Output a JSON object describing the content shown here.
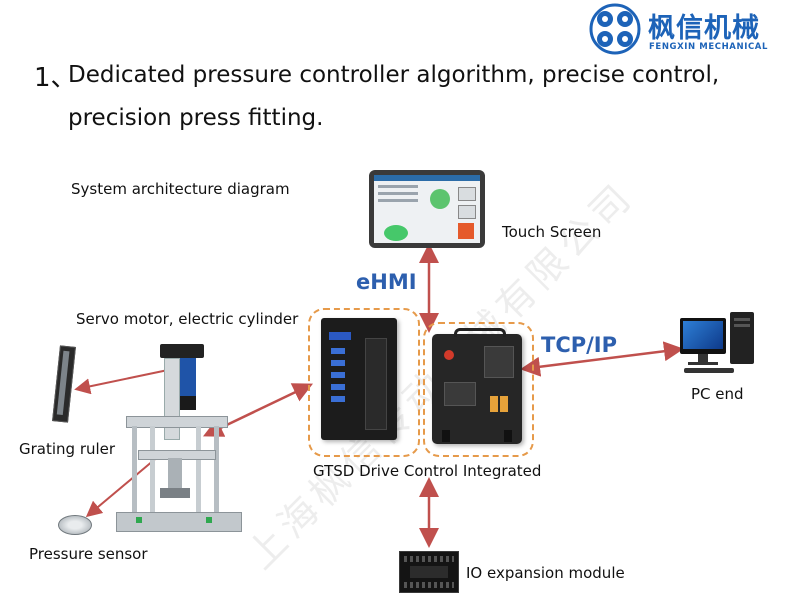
{
  "logo": {
    "cn": "枫信机械",
    "en": "FENGXIN MECHANICAL"
  },
  "heading": {
    "number": "1、",
    "line1": "Dedicated pressure controller algorithm, precise control,",
    "line2": "precision press fitting."
  },
  "diagram": {
    "title": "System architecture diagram",
    "touch_screen": "Touch Screen",
    "ehmi": "eHMI",
    "tcpip": "TCP/IP",
    "pc_end": "PC end",
    "servo": "Servo motor, electric cylinder",
    "grating": "Grating ruler",
    "pressure_sensor": "Pressure sensor",
    "gtsd": "GTSD Drive Control Integrated",
    "io_module": "IO expansion module"
  },
  "watermark": "上海枫信传动机械有限公司",
  "colors": {
    "arrow": "#c0504d",
    "blue": "#2d5fae",
    "dash": "#e69a4a"
  }
}
